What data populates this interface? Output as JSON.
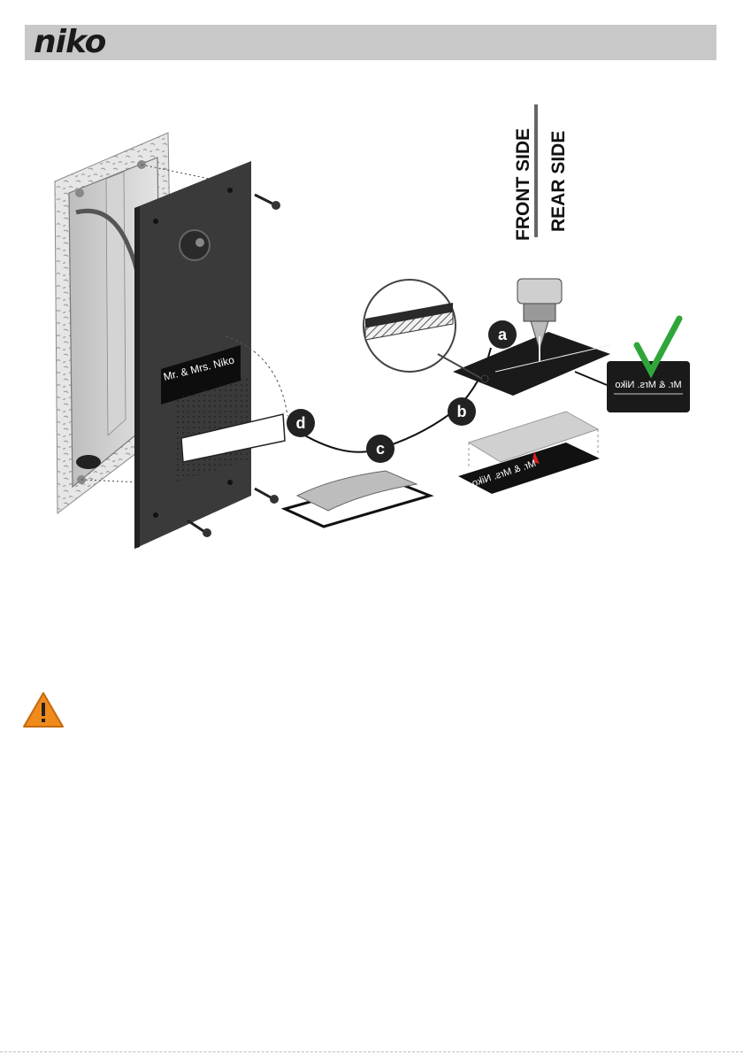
{
  "brand": {
    "logo_text": "niko"
  },
  "illustration": {
    "step_labels": [
      "a",
      "b",
      "c",
      "d"
    ],
    "panel_nameplate_text": "Mr. & Mrs. Niko",
    "mirrored_engraving_text": "Mr. & Mrs. Niko",
    "side_labels": {
      "front": "FRONT SIDE",
      "rear": "REAR SIDE"
    },
    "colors": {
      "panel": "#3a3a3a",
      "check": "#2fa63a",
      "warning": "#f08a1c",
      "arrow": "#d42020"
    }
  },
  "warning": {
    "icon": "warning-triangle-icon"
  }
}
